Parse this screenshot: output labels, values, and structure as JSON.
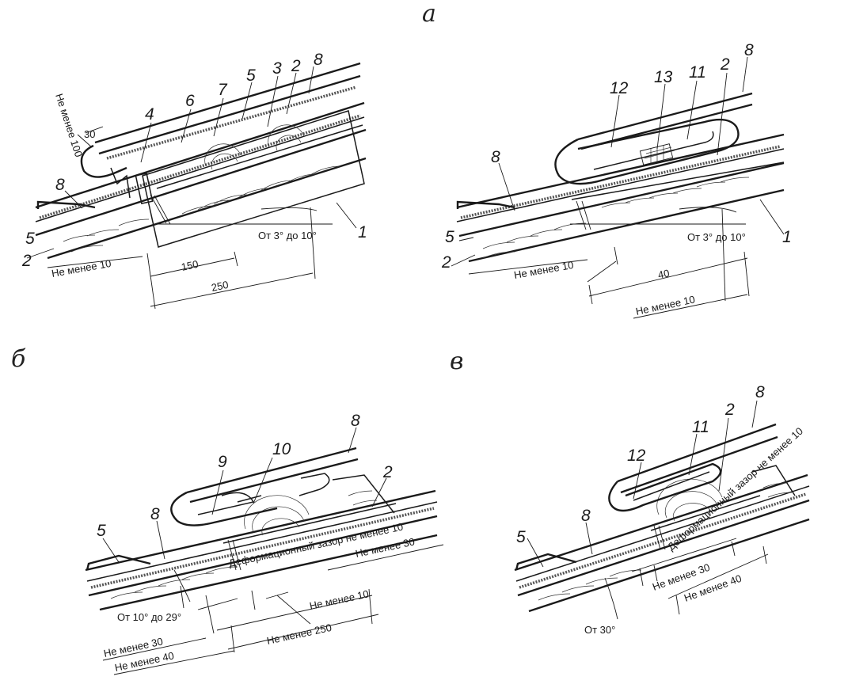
{
  "panels": {
    "a": "а",
    "b": "б",
    "v": "в"
  },
  "callouts": {
    "a_left": [
      "8",
      "4",
      "6",
      "7",
      "5",
      "3",
      "2",
      "8",
      "5",
      "2",
      "1"
    ],
    "a_right": [
      "12",
      "13",
      "11",
      "2",
      "8",
      "8",
      "5",
      "2",
      "1"
    ],
    "b": [
      "10",
      "9",
      "8",
      "8",
      "2",
      "5"
    ],
    "v": [
      "11",
      "12",
      "2",
      "8",
      "8",
      "5"
    ]
  },
  "dimensions": {
    "a_left": {
      "vertical": "Не менее 100",
      "overlap": "30",
      "min10": "Не менее 10",
      "d150": "150",
      "d250": "250",
      "slope": "От 3° до 10°"
    },
    "a_right": {
      "min10_a": "Не менее 10",
      "d40": "40",
      "min10_b": "Не менее 10",
      "slope": "От 3° до 10°"
    },
    "b": {
      "gap": "Деформационный зазор не менее 10",
      "min30_right": "Не менее 30",
      "min10": "Не менее 10",
      "min250": "Не менее 250",
      "min30_left": "Не менее 30",
      "min40": "Не менее 40",
      "slope": "От 10° до 29°"
    },
    "v": {
      "gap": "Деформационный зазор не менее 10",
      "min30": "Не менее 30",
      "min40": "Не менее 40",
      "slope": "От 30°"
    }
  }
}
